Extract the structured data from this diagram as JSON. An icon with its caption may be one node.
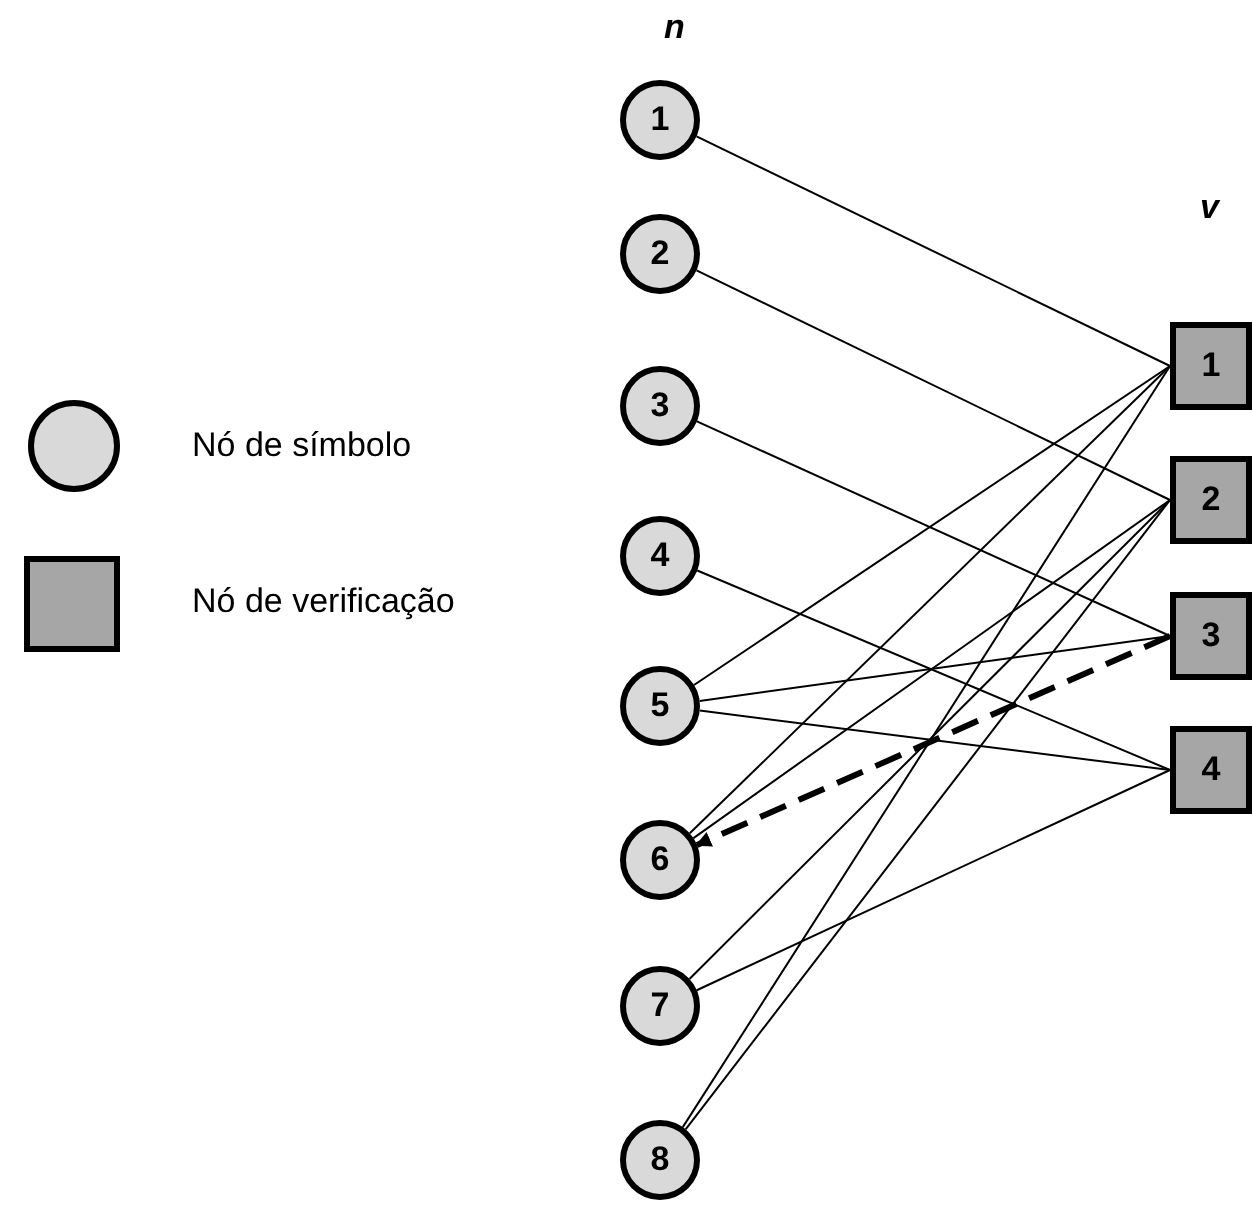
{
  "diagram": {
    "nodes": [
      {
        "text": [
          "1"
        ]
      },
      {
        "text": [
          "2"
        ]
      },
      {
        "text": [
          "3"
        ]
      },
      {
        "text": [
          "4"
        ]
      },
      {
        "text": [
          "5"
        ]
      },
      {
        "text": [
          "6"
        ]
      },
      {
        "text": [
          "7"
        ]
      },
      {
        "text": [
          "8"
        ]
      },
      {
        "text": [
          "1"
        ]
      },
      {
        "text": [
          "2"
        ]
      },
      {
        "text": [
          "3"
        ]
      },
      {
        "text": [
          "4"
        ]
      }
    ],
    "edges": [
      {
        "from": 0,
        "to": 8,
        "arrow": "none"
      },
      {
        "from": 1,
        "to": 9,
        "arrow": "none"
      },
      {
        "from": 2,
        "to": 10,
        "arrow": "none"
      },
      {
        "from": 3,
        "to": 11,
        "arrow": "none"
      },
      {
        "from": 4,
        "to": 8,
        "arrow": "none"
      },
      {
        "from": 4,
        "to": 10,
        "arrow": "none"
      },
      {
        "from": 4,
        "to": 11,
        "arrow": "none"
      },
      {
        "from": 5,
        "to": 8,
        "arrow": "none"
      },
      {
        "from": 5,
        "to": 9,
        "arrow": "none"
      },
      {
        "from": 10,
        "to": 5,
        "arrow": "to",
        "style": "dashed"
      },
      {
        "from": 6,
        "to": 9,
        "arrow": "none"
      },
      {
        "from": 6,
        "to": 11,
        "arrow": "none"
      },
      {
        "from": 7,
        "to": 8,
        "arrow": "none"
      },
      {
        "from": 7,
        "to": 9,
        "arrow": "none"
      }
    ],
    "labels": [
      "n",
      "v"
    ],
    "legend": [
      {
        "text": "Nó de símbolo"
      },
      {
        "text": "Nó de verificação"
      }
    ]
  }
}
